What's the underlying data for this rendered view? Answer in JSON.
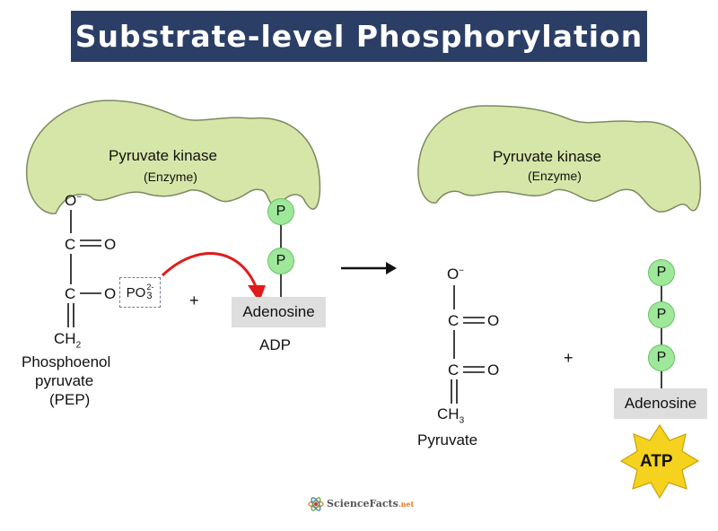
{
  "title": "Substrate-level Phosphorylation",
  "enzyme_left": {
    "name": "Pyruvate kinase",
    "sub": "(Enzyme)"
  },
  "enzyme_right": {
    "name": "Pyruvate kinase",
    "sub": "(Enzyme)"
  },
  "pep": {
    "o_minus": "O",
    "c1": "C",
    "o_double": "O",
    "c2": "C",
    "o_link": "O",
    "po3": "PO",
    "po3_charge": "2-",
    "po3_sub": "3",
    "ch2": "CH",
    "ch2_sub": "2",
    "name_line1": "Phosphoenol",
    "name_line2": "pyruvate",
    "name_line3": "(PEP)"
  },
  "adp": {
    "p1": "P",
    "p2": "P",
    "adenosine": "Adenosine",
    "label": "ADP"
  },
  "plus_left": "+",
  "plus_right": "+",
  "pyruvate": {
    "o_minus": "O",
    "c1": "C",
    "o1": "O",
    "c2": "C",
    "o2": "O",
    "ch3": "CH",
    "ch3_sub": "3",
    "label": "Pyruvate"
  },
  "atp": {
    "p1": "P",
    "p2": "P",
    "p3": "P",
    "adenosine": "Adenosine",
    "label": "ATP"
  },
  "watermark": "ScienceFacts",
  "watermark_suffix": ".net",
  "colors": {
    "banner": "#2a3e66",
    "enzyme": "#d6e6a8",
    "phosphate": "#9ee89a",
    "arrow_red": "#e01b1b",
    "star": "#f5d21e"
  }
}
